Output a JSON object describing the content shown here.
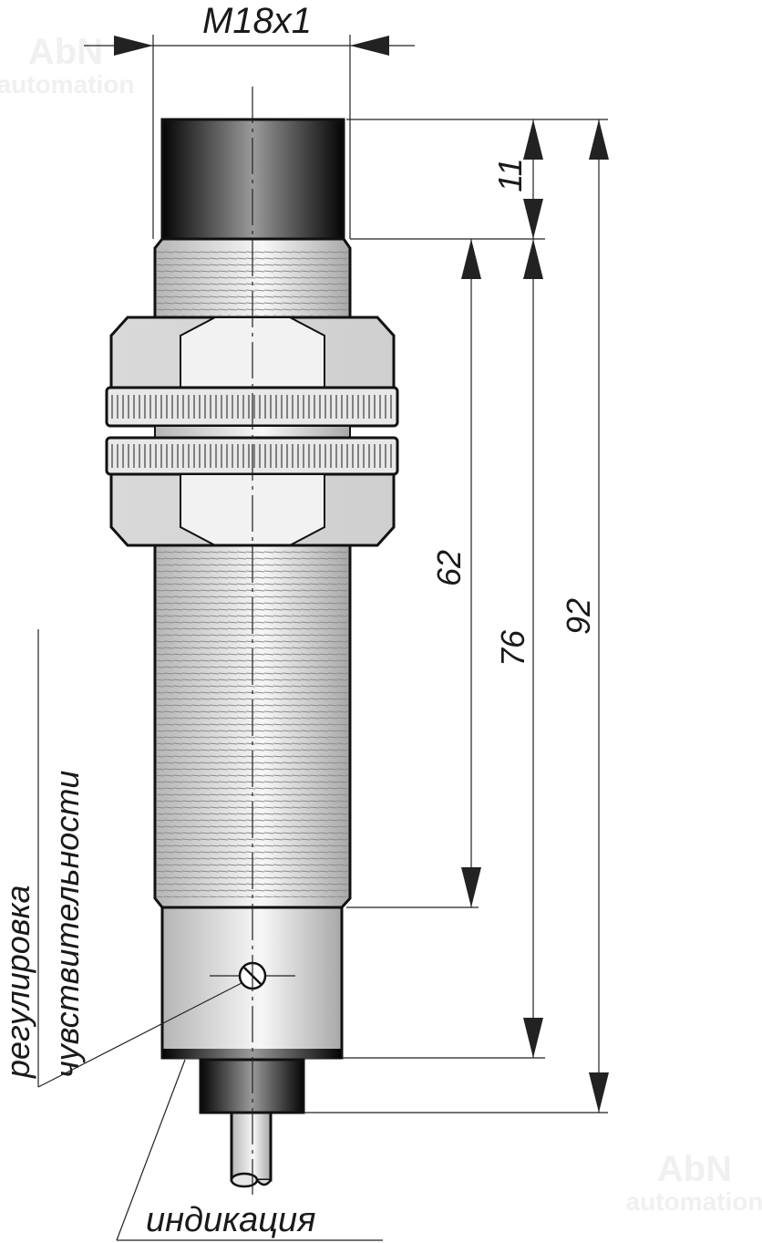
{
  "drawing": {
    "thread_label": "M18x1",
    "dimensions": {
      "cap_length": "11",
      "thread_length": "62",
      "body_length": "76",
      "total_length": "92"
    },
    "annotations": {
      "adjustment_line1": "регулировка",
      "adjustment_line2": "чувствительности",
      "indication": "индикация"
    },
    "watermark": {
      "line1": "AbN",
      "line2": "automation"
    }
  }
}
